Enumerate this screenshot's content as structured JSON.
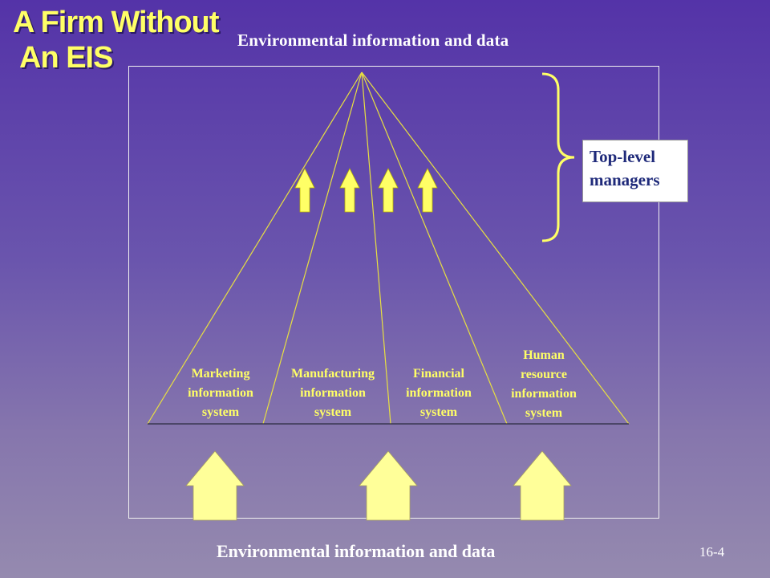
{
  "slide": {
    "title_line1": "A Firm Without",
    "title_line2": "An  EIS",
    "top_label": "Environmental information and data",
    "bottom_label": "Environmental information and data",
    "slide_number": "16-4"
  },
  "managers_box": {
    "line1": "Top-level",
    "line2": "managers"
  },
  "systems": [
    {
      "lines": [
        "Marketing",
        "information",
        "system"
      ]
    },
    {
      "lines": [
        "Manufacturing",
        "information",
        "system"
      ]
    },
    {
      "lines": [
        "Financial",
        "information",
        "system"
      ]
    },
    {
      "lines": [
        "Human",
        "resource",
        "information",
        "system"
      ]
    }
  ],
  "colors": {
    "accent_yellow": "#ffff66",
    "arrow_fill": "#ffff99",
    "line_yellow": "#e8e040",
    "white": "#ffffff"
  }
}
